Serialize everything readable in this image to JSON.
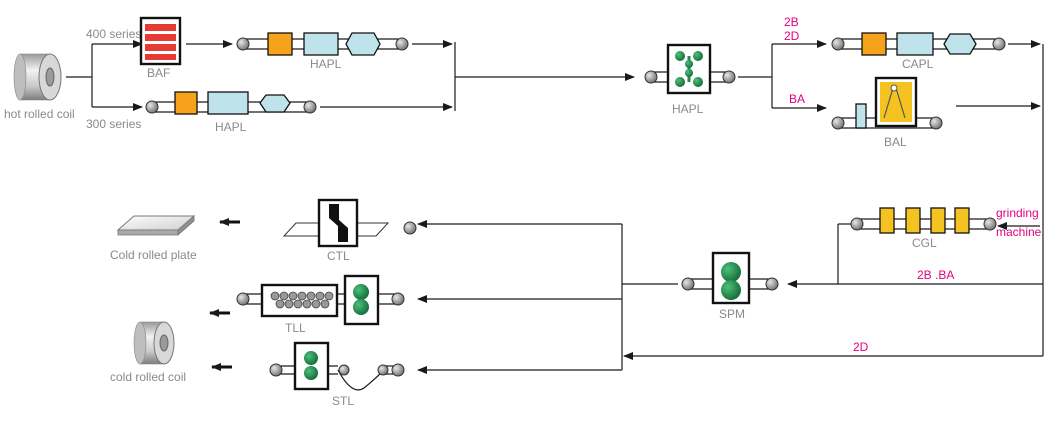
{
  "labels": {
    "hot_rolled_coil": "hot rolled coil",
    "series_400": "400 series",
    "series_300": "300 series",
    "baf": "BAF",
    "hapl_top": "HAPL",
    "hapl_bottom": "HAPL",
    "hapl_mid": "HAPL",
    "capl": "CAPL",
    "bal": "BAL",
    "cgl": "CGL",
    "spm": "SPM",
    "ctl": "CTL",
    "tll": "TLL",
    "stl": "STL",
    "cold_rolled_plate": "Cold rolled plate",
    "cold_rolled_coil": "cold rolled coil"
  },
  "annotations": {
    "finish_2b": "2B",
    "finish_2d": "2D",
    "finish_ba": "BA",
    "grinding_1": "grinding",
    "grinding_2": "machine",
    "finish_2b_ba": "2B .BA",
    "finish_2d_return": "2D"
  },
  "colors": {
    "line": "#1a1a1a",
    "label": "#8a8a8a",
    "annotation": "#e4007f",
    "orange": "#f7a21b",
    "light_blue": "#bfe3ea",
    "red": "#e63a35",
    "green": "#1f8a4c",
    "gold": "#f4c321"
  }
}
